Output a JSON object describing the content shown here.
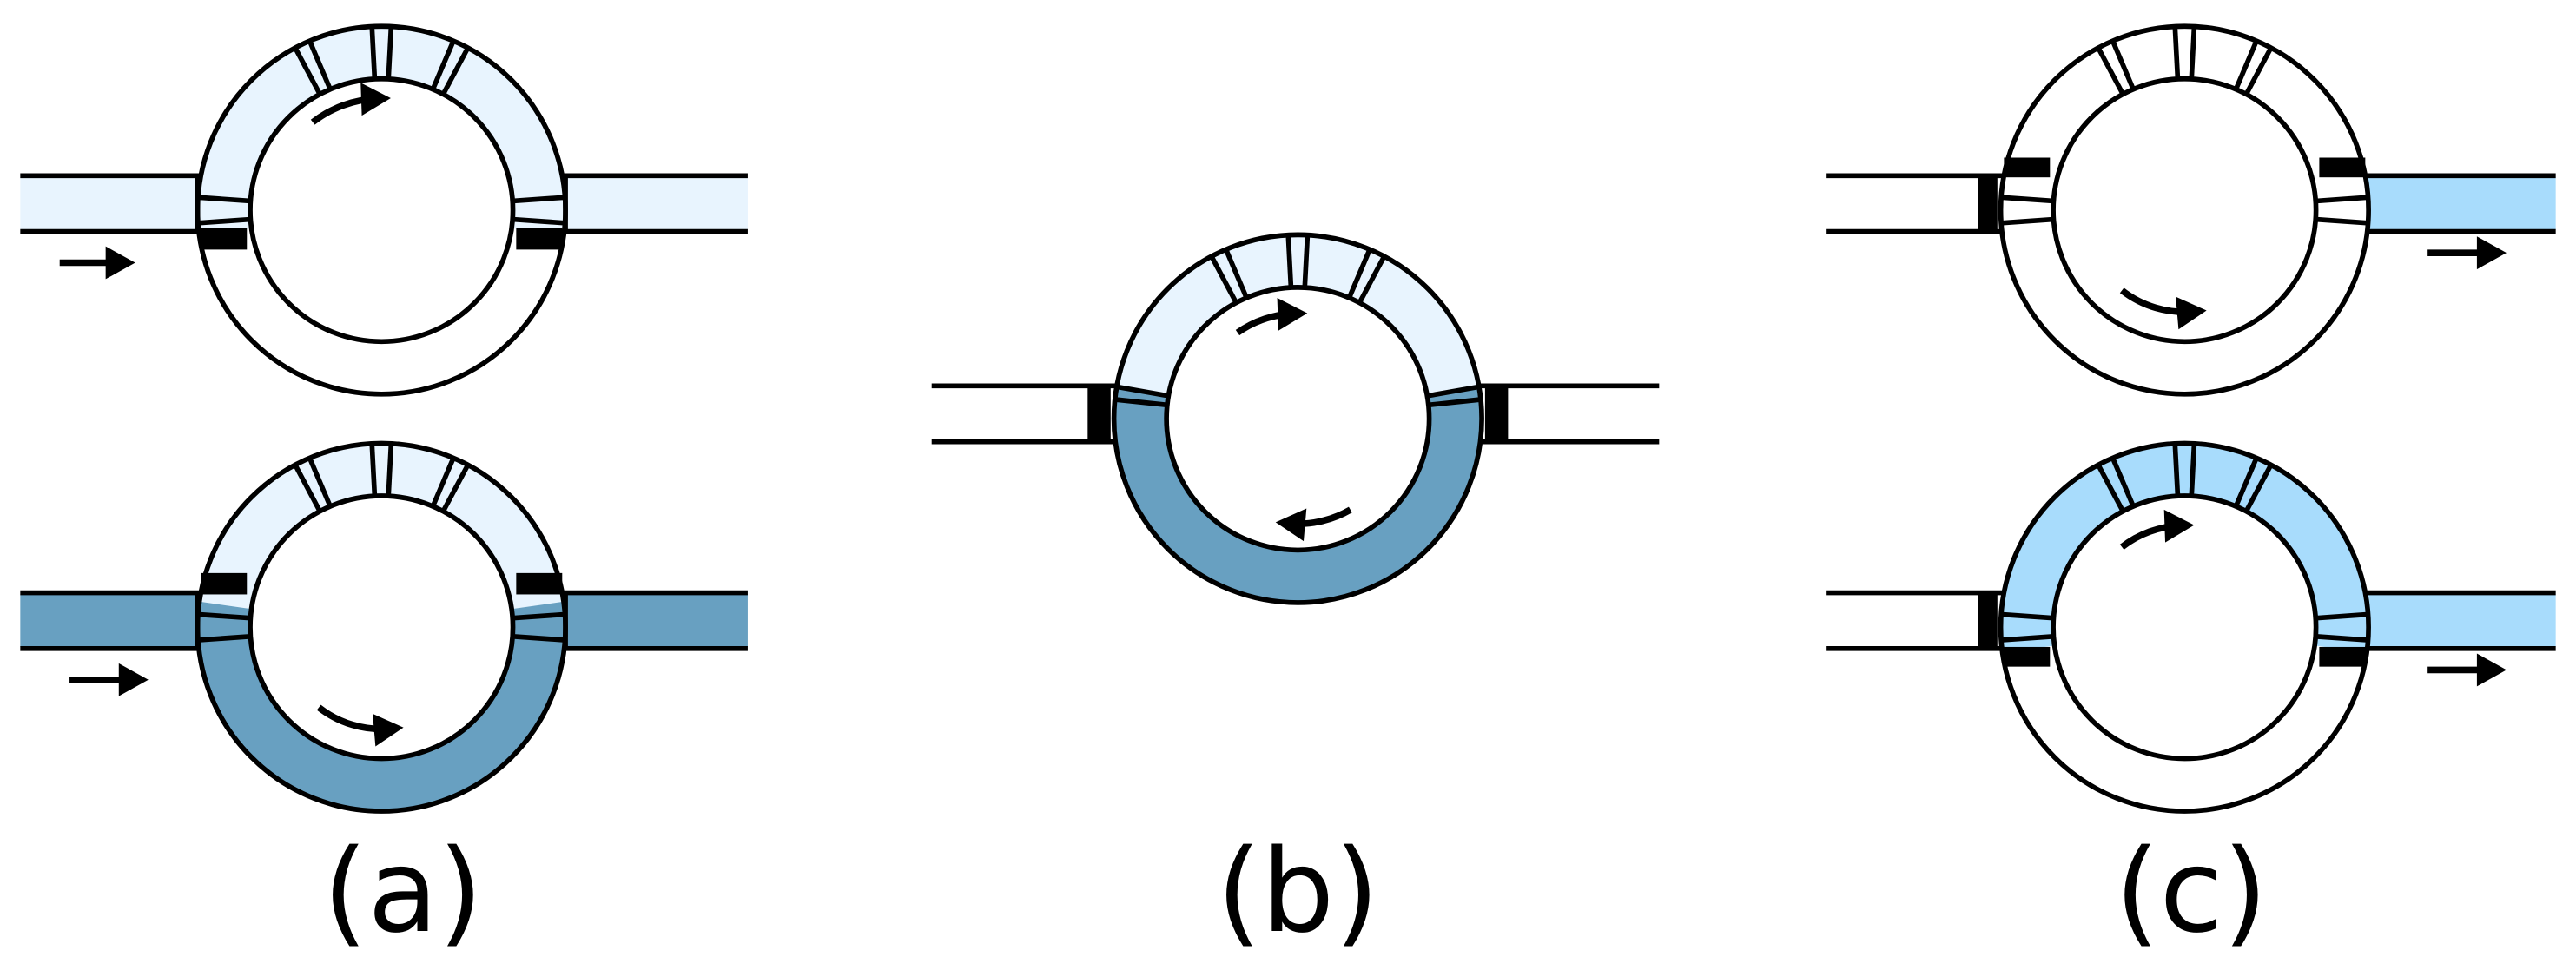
{
  "panels": [
    {
      "label": "(a)"
    },
    {
      "label": "(b)"
    },
    {
      "label": "(c)"
    }
  ],
  "colors": {
    "very_light_blue": "#e8f4fe",
    "light_blue": "#a8dcfc",
    "steel_blue": "#68a0c1",
    "outline": "#000000",
    "background": "#ffffff"
  },
  "icons": [
    "flow-arrow-icon",
    "rotation-arrow-icon"
  ]
}
